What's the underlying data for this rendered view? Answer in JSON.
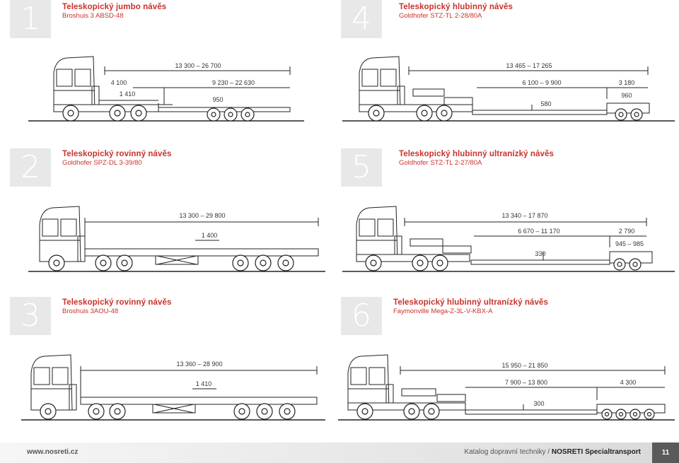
{
  "sections": [
    {
      "number": "1",
      "title": "Teleskopický jumbo návěs",
      "model": "Broshuis 3 ABSD-48",
      "dims": {
        "total": "13 300 – 26 700",
        "a": "4 100",
        "b": "9 230 – 22 630",
        "c": "1 410",
        "d": "950"
      }
    },
    {
      "number": "2",
      "title": "Teleskopický rovinný návěs",
      "model": "Goldhofer SPZ-DL 3-39/80",
      "dims": {
        "total": "13 300 – 29 800",
        "a": "1 400"
      }
    },
    {
      "number": "3",
      "title": "Teleskopický rovinný návěs",
      "model": "Broshuis 3AOU-48",
      "dims": {
        "total": "13 360 – 28 900",
        "a": "1 410"
      }
    },
    {
      "number": "4",
      "title": "Teleskopický hlubinný návěs",
      "model": "Goldhofer STZ-TL 2-28/80A",
      "dims": {
        "total": "13 465 – 17 265",
        "a": "6 100 – 9 900",
        "b": "3 180",
        "c": "960",
        "d": "580"
      }
    },
    {
      "number": "5",
      "title": "Teleskopický hlubinný ultranízký návěs",
      "model": "Goldhofer STZ-TL 2-27/80A",
      "dims": {
        "total": "13 340 – 17 870",
        "a": "6 670 – 11 170",
        "b": "2 790",
        "c": "945 – 985",
        "d": "330"
      }
    },
    {
      "number": "6",
      "title": "Teleskopický hlubinný ultranízký návěs",
      "model": "Faymonville Mega-Z-3L-V-KBX-A",
      "dims": {
        "total": "15 950 – 21 850",
        "a": "7 900 – 13 800",
        "b": "4 300",
        "d": "300"
      }
    }
  ],
  "footer": {
    "url": "www.nosreti.cz",
    "catalog_prefix": "Katalog dopravní techniky / ",
    "catalog_brand": "NOSRETI Specialtransport",
    "page": "11"
  }
}
